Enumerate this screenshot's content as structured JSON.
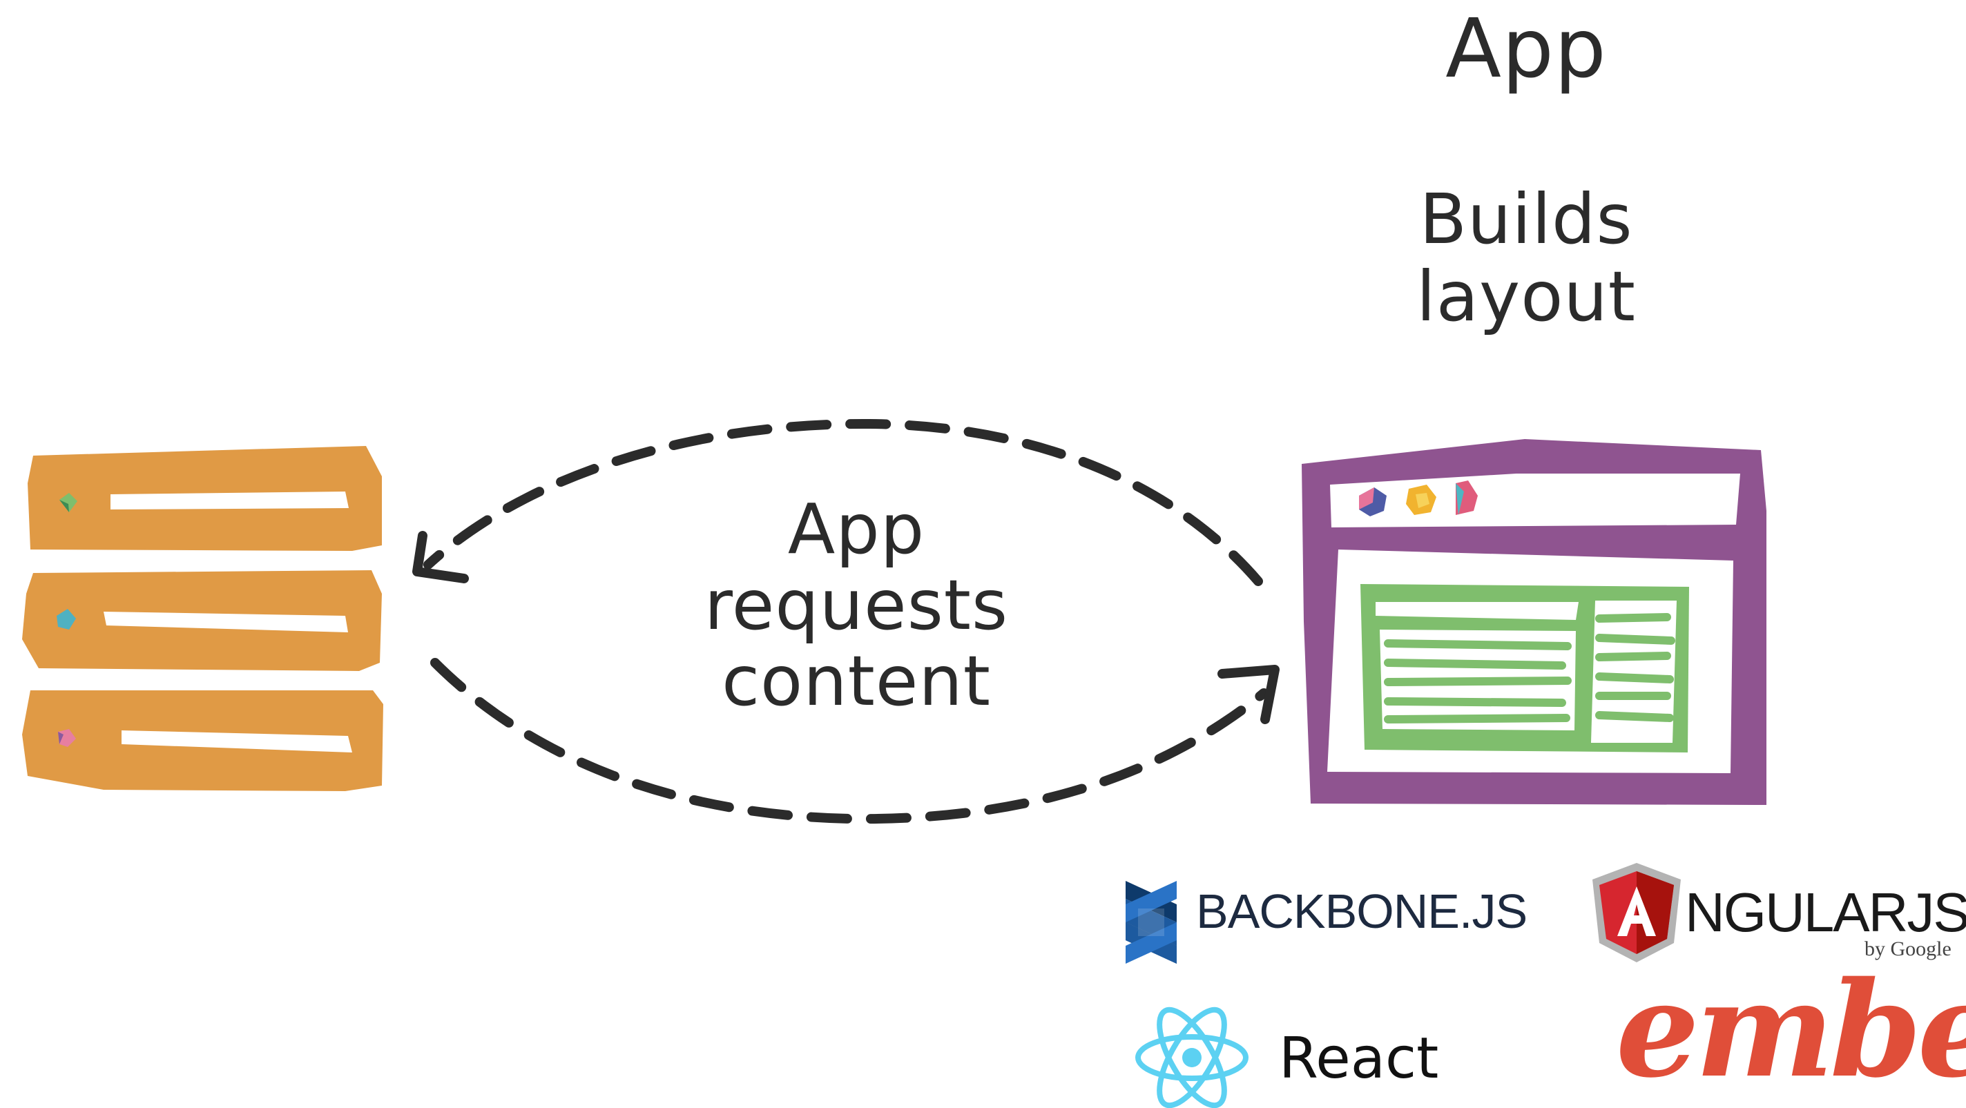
{
  "client": {
    "title": "App",
    "action_line1": "Builds",
    "action_line2": "layout"
  },
  "exchange": {
    "line1": "App",
    "line2": "requests",
    "line3": "content"
  },
  "logos": {
    "backbone": "BACKBONE.JS",
    "angular": "NGULARJS",
    "angular_letter": "A",
    "angular_sub": "by Google",
    "react": "React",
    "ember": "ember"
  },
  "colors": {
    "server": "#e09a45",
    "browser": "#8f5490",
    "content": "#7fbe6d",
    "arrow": "#2b2b2b",
    "backbone": "#1d5a9f",
    "angular": "#d6262f",
    "react": "#5cd1f2",
    "ember": "#e04e39"
  },
  "icons": [
    "server-stack-icon",
    "browser-window-icon",
    "backbone-logo-icon",
    "angular-shield-icon",
    "react-atom-icon"
  ]
}
